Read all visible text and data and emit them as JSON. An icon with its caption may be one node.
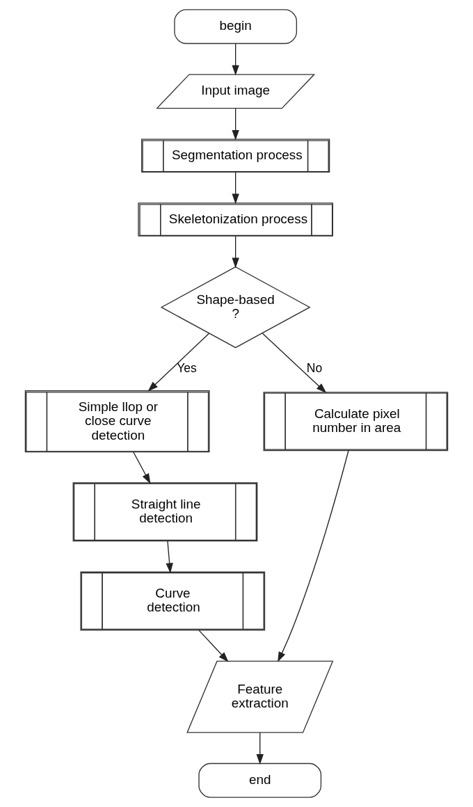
{
  "diagram": {
    "nodes": [
      {
        "text": [
          "begin"
        ]
      },
      {
        "text": [
          "Input image"
        ]
      },
      {
        "text": [
          "Segmentation process"
        ]
      },
      {
        "text": [
          "Skeletonization process"
        ]
      },
      {
        "text": [
          "Shape-based ?"
        ]
      },
      {
        "text": [
          "Simple llop or close curve detection"
        ]
      },
      {
        "text": [
          "Calculate pixel number in area"
        ]
      },
      {
        "text": [
          "Straight line detection"
        ]
      },
      {
        "text": [
          "Curve detection"
        ]
      },
      {
        "text": [
          "Feature extraction"
        ]
      },
      {
        "text": [
          "end"
        ]
      }
    ],
    "edges": [
      {
        "from": 0,
        "to": 1,
        "arrow": "to"
      },
      {
        "from": 1,
        "to": 2,
        "arrow": "to"
      },
      {
        "from": 2,
        "to": 3,
        "arrow": "to"
      },
      {
        "from": 3,
        "to": 4,
        "arrow": "to"
      },
      {
        "from": 4,
        "to": 5,
        "arrow": "to",
        "label": "Yes"
      },
      {
        "from": 4,
        "to": 6,
        "arrow": "to",
        "label": "No"
      },
      {
        "from": 5,
        "to": 7,
        "arrow": "to"
      },
      {
        "from": 7,
        "to": 8,
        "arrow": "to"
      },
      {
        "from": 8,
        "to": 9,
        "arrow": "to"
      },
      {
        "from": 6,
        "to": 9,
        "arrow": "to"
      },
      {
        "from": 9,
        "to": 10,
        "arrow": "to"
      }
    ]
  }
}
